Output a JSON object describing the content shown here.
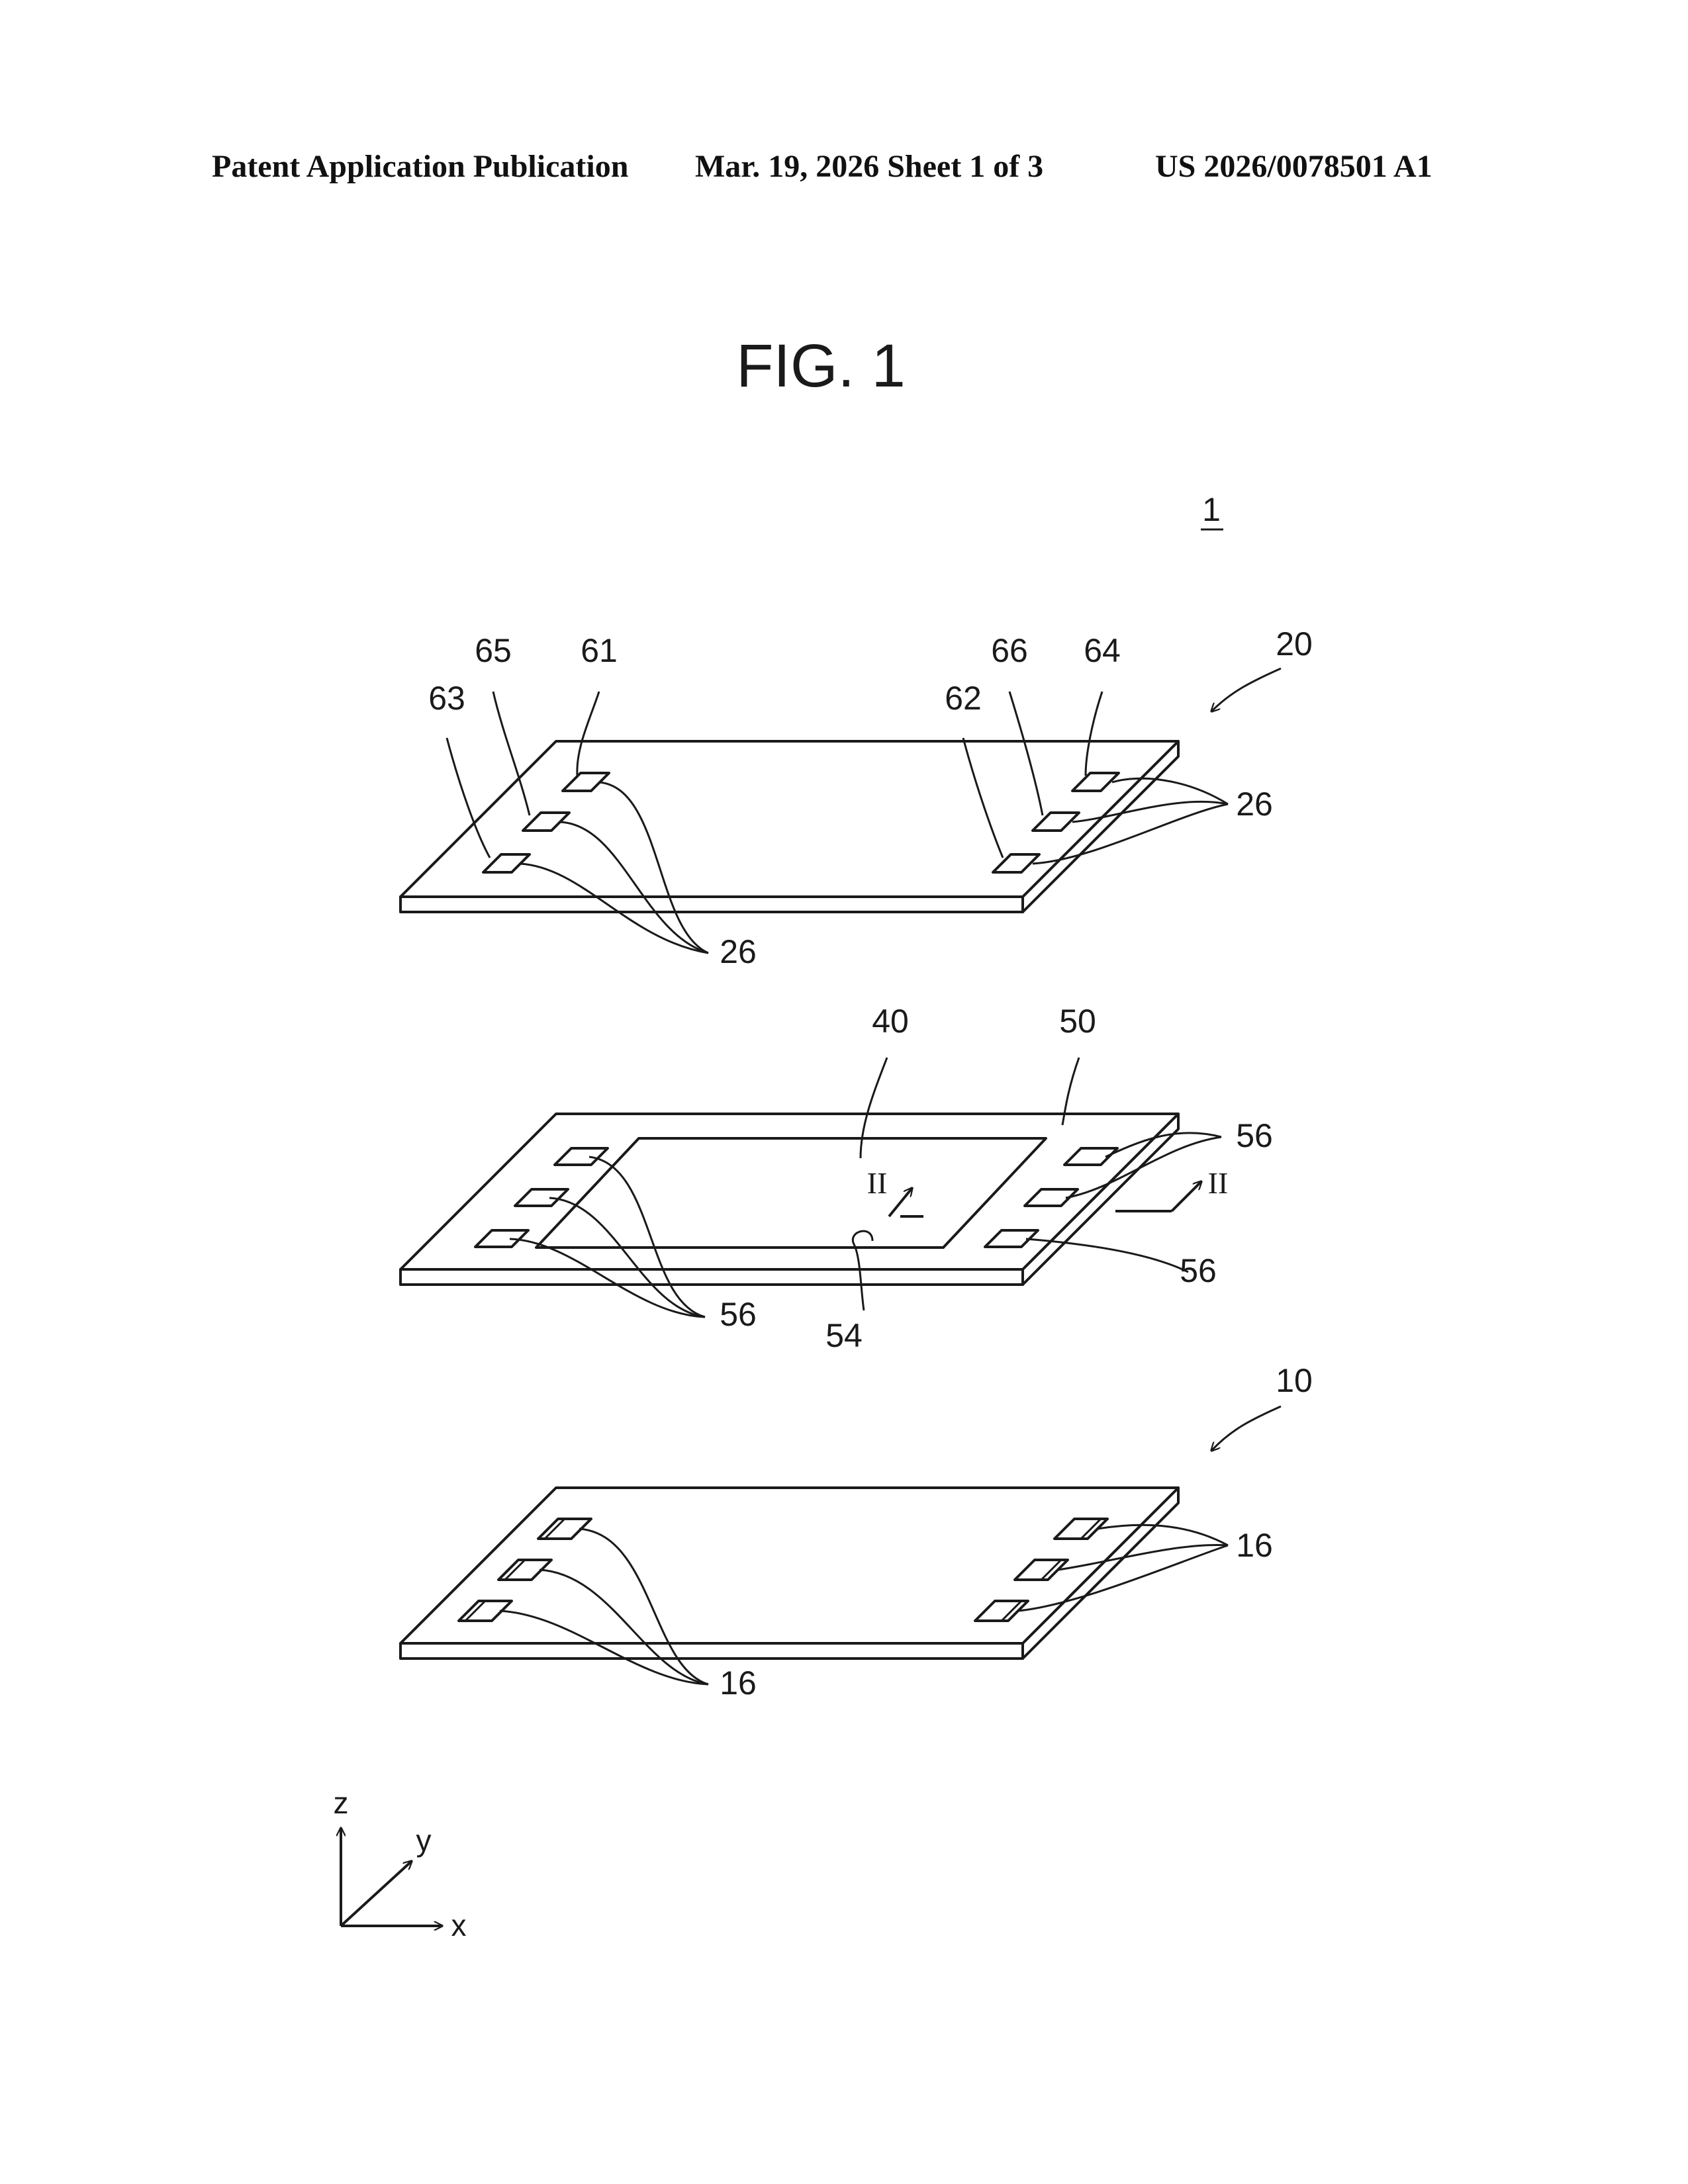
{
  "header": {
    "publication": "Patent Application Publication",
    "date_sheet": "Mar. 19, 2026  Sheet 1 of 3",
    "number": "US 2026/0078501 A1"
  },
  "figure": {
    "title": "FIG. 1"
  },
  "labels": {
    "device": "1",
    "upper_substrate": "20",
    "pad_61": "61",
    "pad_62": "62",
    "pad_63": "63",
    "pad_64": "64",
    "pad_65": "65",
    "pad_66": "66",
    "pads_26_right": "26",
    "pads_26_bottom": "26",
    "element_40": "40",
    "frame_50": "50",
    "holes_56_right_top": "56",
    "holes_56_right_bottom": "56",
    "holes_56_left": "56",
    "opening_54": "54",
    "section_left": "II",
    "section_right": "II",
    "lower_substrate": "10",
    "pads_16_right": "16",
    "pads_16_bottom": "16"
  },
  "axes": {
    "z": "z",
    "y": "y",
    "x": "x"
  }
}
